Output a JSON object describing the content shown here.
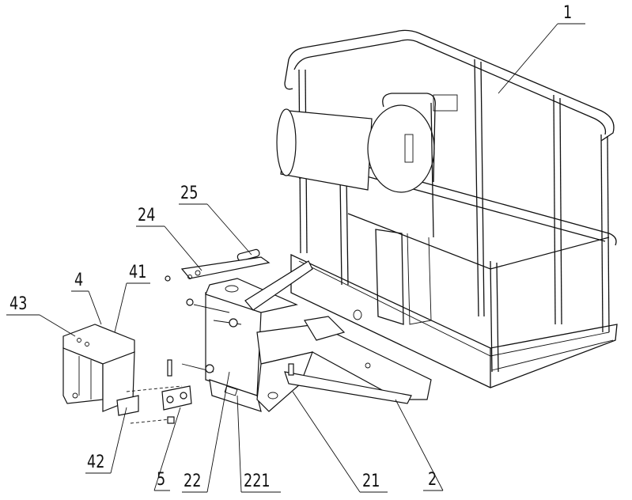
{
  "figure": {
    "labels": [
      {
        "id": "1",
        "text": "1"
      },
      {
        "id": "25",
        "text": "25"
      },
      {
        "id": "24",
        "text": "24"
      },
      {
        "id": "4",
        "text": "4"
      },
      {
        "id": "41",
        "text": "41"
      },
      {
        "id": "43",
        "text": "43"
      },
      {
        "id": "42",
        "text": "42"
      },
      {
        "id": "5",
        "text": "5"
      },
      {
        "id": "22",
        "text": "22"
      },
      {
        "id": "221",
        "text": "221"
      },
      {
        "id": "21",
        "text": "21"
      },
      {
        "id": "2",
        "text": "2"
      }
    ]
  }
}
